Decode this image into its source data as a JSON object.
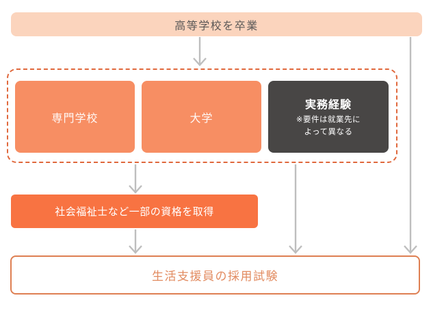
{
  "flow": {
    "high_school": {
      "label": "高等学校を卒業"
    },
    "options_group": {
      "items": [
        {
          "label": "専門学校"
        },
        {
          "label": "大学"
        },
        {
          "title": "実務経験",
          "note_line1": "※要件は就業先に",
          "note_line2": "よって異なる"
        }
      ]
    },
    "qualification": {
      "label": "社会福祉士など一部の資格を取得"
    },
    "exam": {
      "label": "生活支援員の採用試験"
    }
  },
  "colors": {
    "peach_bar_bg": "#FBD4BD",
    "peach_bar_text": "#5A5857",
    "orange_box_bg": "#F78E63",
    "dark_box_bg": "#484645",
    "dashed_border": "#E0683C",
    "qualification_bg": "#F87342",
    "exam_border": "#DE7F52",
    "exam_text": "#E28B60",
    "arrow_gray": "#BEBEBE"
  }
}
